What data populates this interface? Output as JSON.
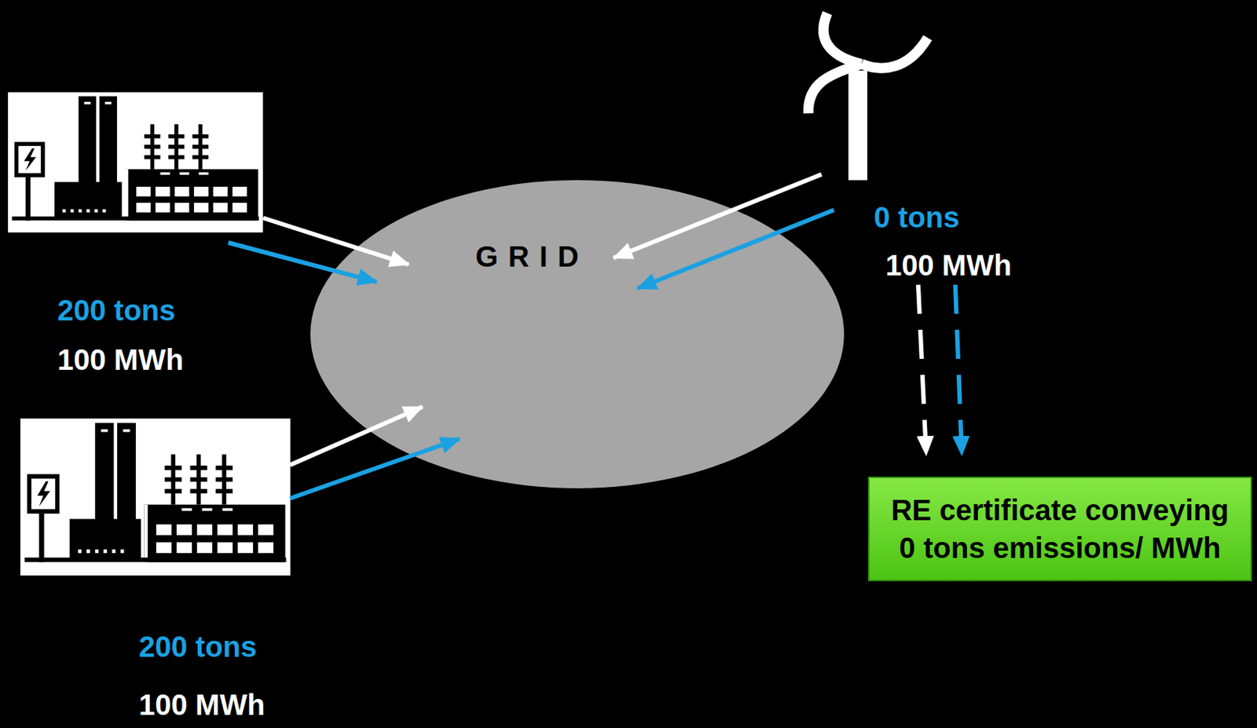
{
  "diagram": {
    "nodes": [
      {
        "text": [
          "200 tons",
          "100 MWh"
        ]
      },
      {
        "text": [
          "0 tons",
          "100 MWh"
        ]
      },
      {
        "text": [
          "GRID"
        ]
      },
      {
        "text": [
          "200 tons",
          "100 MWh"
        ]
      },
      {
        "text": [
          "RE certificate conveying 0 tons emissions/ MWh"
        ]
      }
    ],
    "edges": [
      {
        "from": 0,
        "to": 2,
        "arrow": "to"
      },
      {
        "from": 0,
        "to": 2,
        "arrow": "to"
      },
      {
        "from": 3,
        "to": 2,
        "arrow": "to"
      },
      {
        "from": 3,
        "to": 2,
        "arrow": "to"
      },
      {
        "from": 1,
        "to": 2,
        "arrow": "to"
      },
      {
        "from": 1,
        "to": 2,
        "arrow": "to"
      },
      {
        "from": 1,
        "to": 4,
        "arrow": "to"
      },
      {
        "from": 1,
        "to": 4,
        "arrow": "to"
      }
    ]
  }
}
